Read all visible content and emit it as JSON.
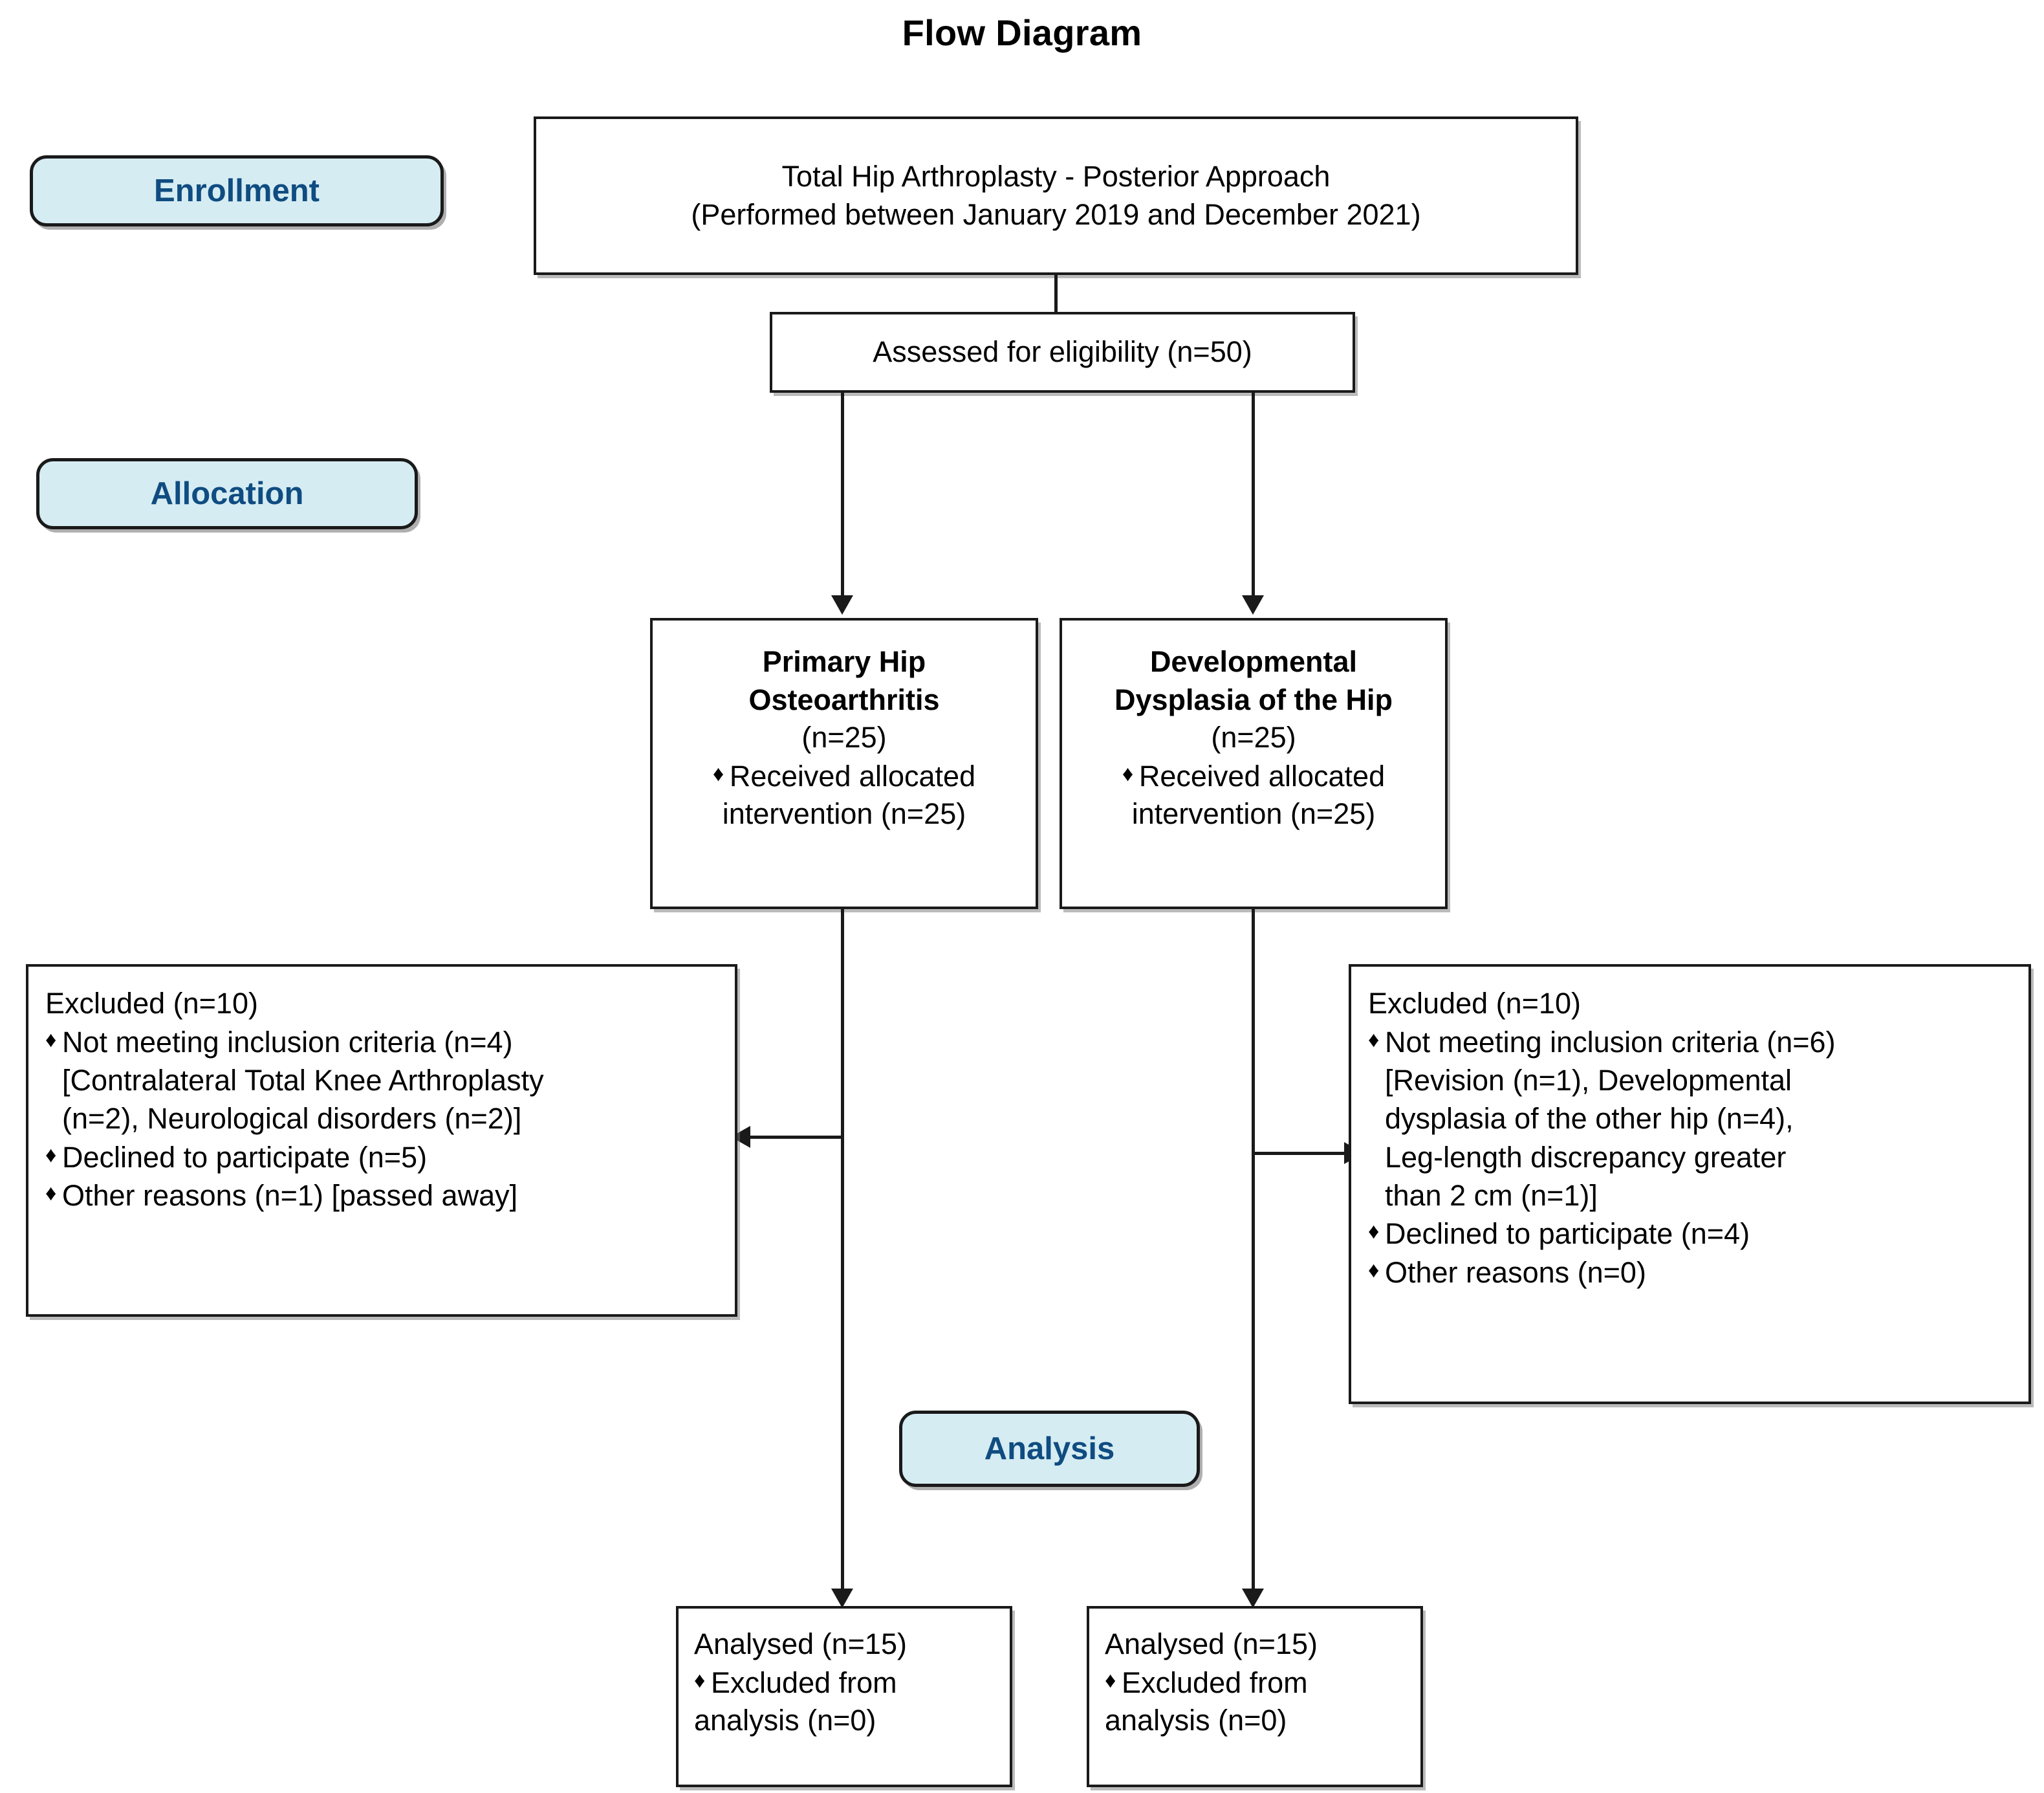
{
  "title": "Flow Diagram",
  "stages": {
    "enrollment": "Enrollment",
    "allocation": "Allocation",
    "analysis": "Analysis"
  },
  "enrollment_box": {
    "line1": "Total Hip Arthroplasty - Posterior Approach",
    "line2": "(Performed between January 2019 and December 2021)"
  },
  "eligibility_box": {
    "line1": "Assessed for eligibility (n=50)"
  },
  "allocation_left": {
    "title_line1": "Primary Hip",
    "title_line2": "Osteoarthritis",
    "count": "(n=25)",
    "bullet1_line1": "Received allocated",
    "bullet1_line2": "intervention (n=25)"
  },
  "allocation_right": {
    "title_line1": "Developmental",
    "title_line2": "Dysplasia of the Hip",
    "count": "(n=25)",
    "bullet1_line1": "Received allocated",
    "bullet1_line2": "intervention (n=25)"
  },
  "excluded_left": {
    "header": "Excluded (n=10)",
    "b1_line1": "Not meeting inclusion criteria (n=4)",
    "b1_line2": "[Contralateral Total Knee Arthroplasty",
    "b1_line3": "(n=2), Neurological disorders (n=2)]",
    "b2": "Declined to participate (n=5)",
    "b3": "Other reasons (n=1) [passed away]"
  },
  "excluded_right": {
    "header": "Excluded (n=10)",
    "b1_line1": "Not meeting inclusion criteria (n=6)",
    "b1_line2": "[Revision (n=1), Developmental",
    "b1_line3": "dysplasia of the other hip (n=4),",
    "b1_line4": "Leg-length discrepancy greater",
    "b1_line5": "than 2 cm (n=1)]",
    "b2": "Declined to participate (n=4)",
    "b3": "Other reasons (n=0)"
  },
  "analysed_left": {
    "header": "Analysed (n=15)",
    "b1_line1": "Excluded from",
    "b1_line2": "analysis (n=0)"
  },
  "analysed_right": {
    "header": "Analysed (n=15)",
    "b1_line1": "Excluded from",
    "b1_line2": "analysis (n=0)"
  },
  "glyphs": {
    "bullet": "♦"
  },
  "colors": {
    "badge_fill": "#d5ecf2",
    "badge_text": "#0f4c81",
    "stroke": "#1a1a1a",
    "background": "#ffffff"
  }
}
